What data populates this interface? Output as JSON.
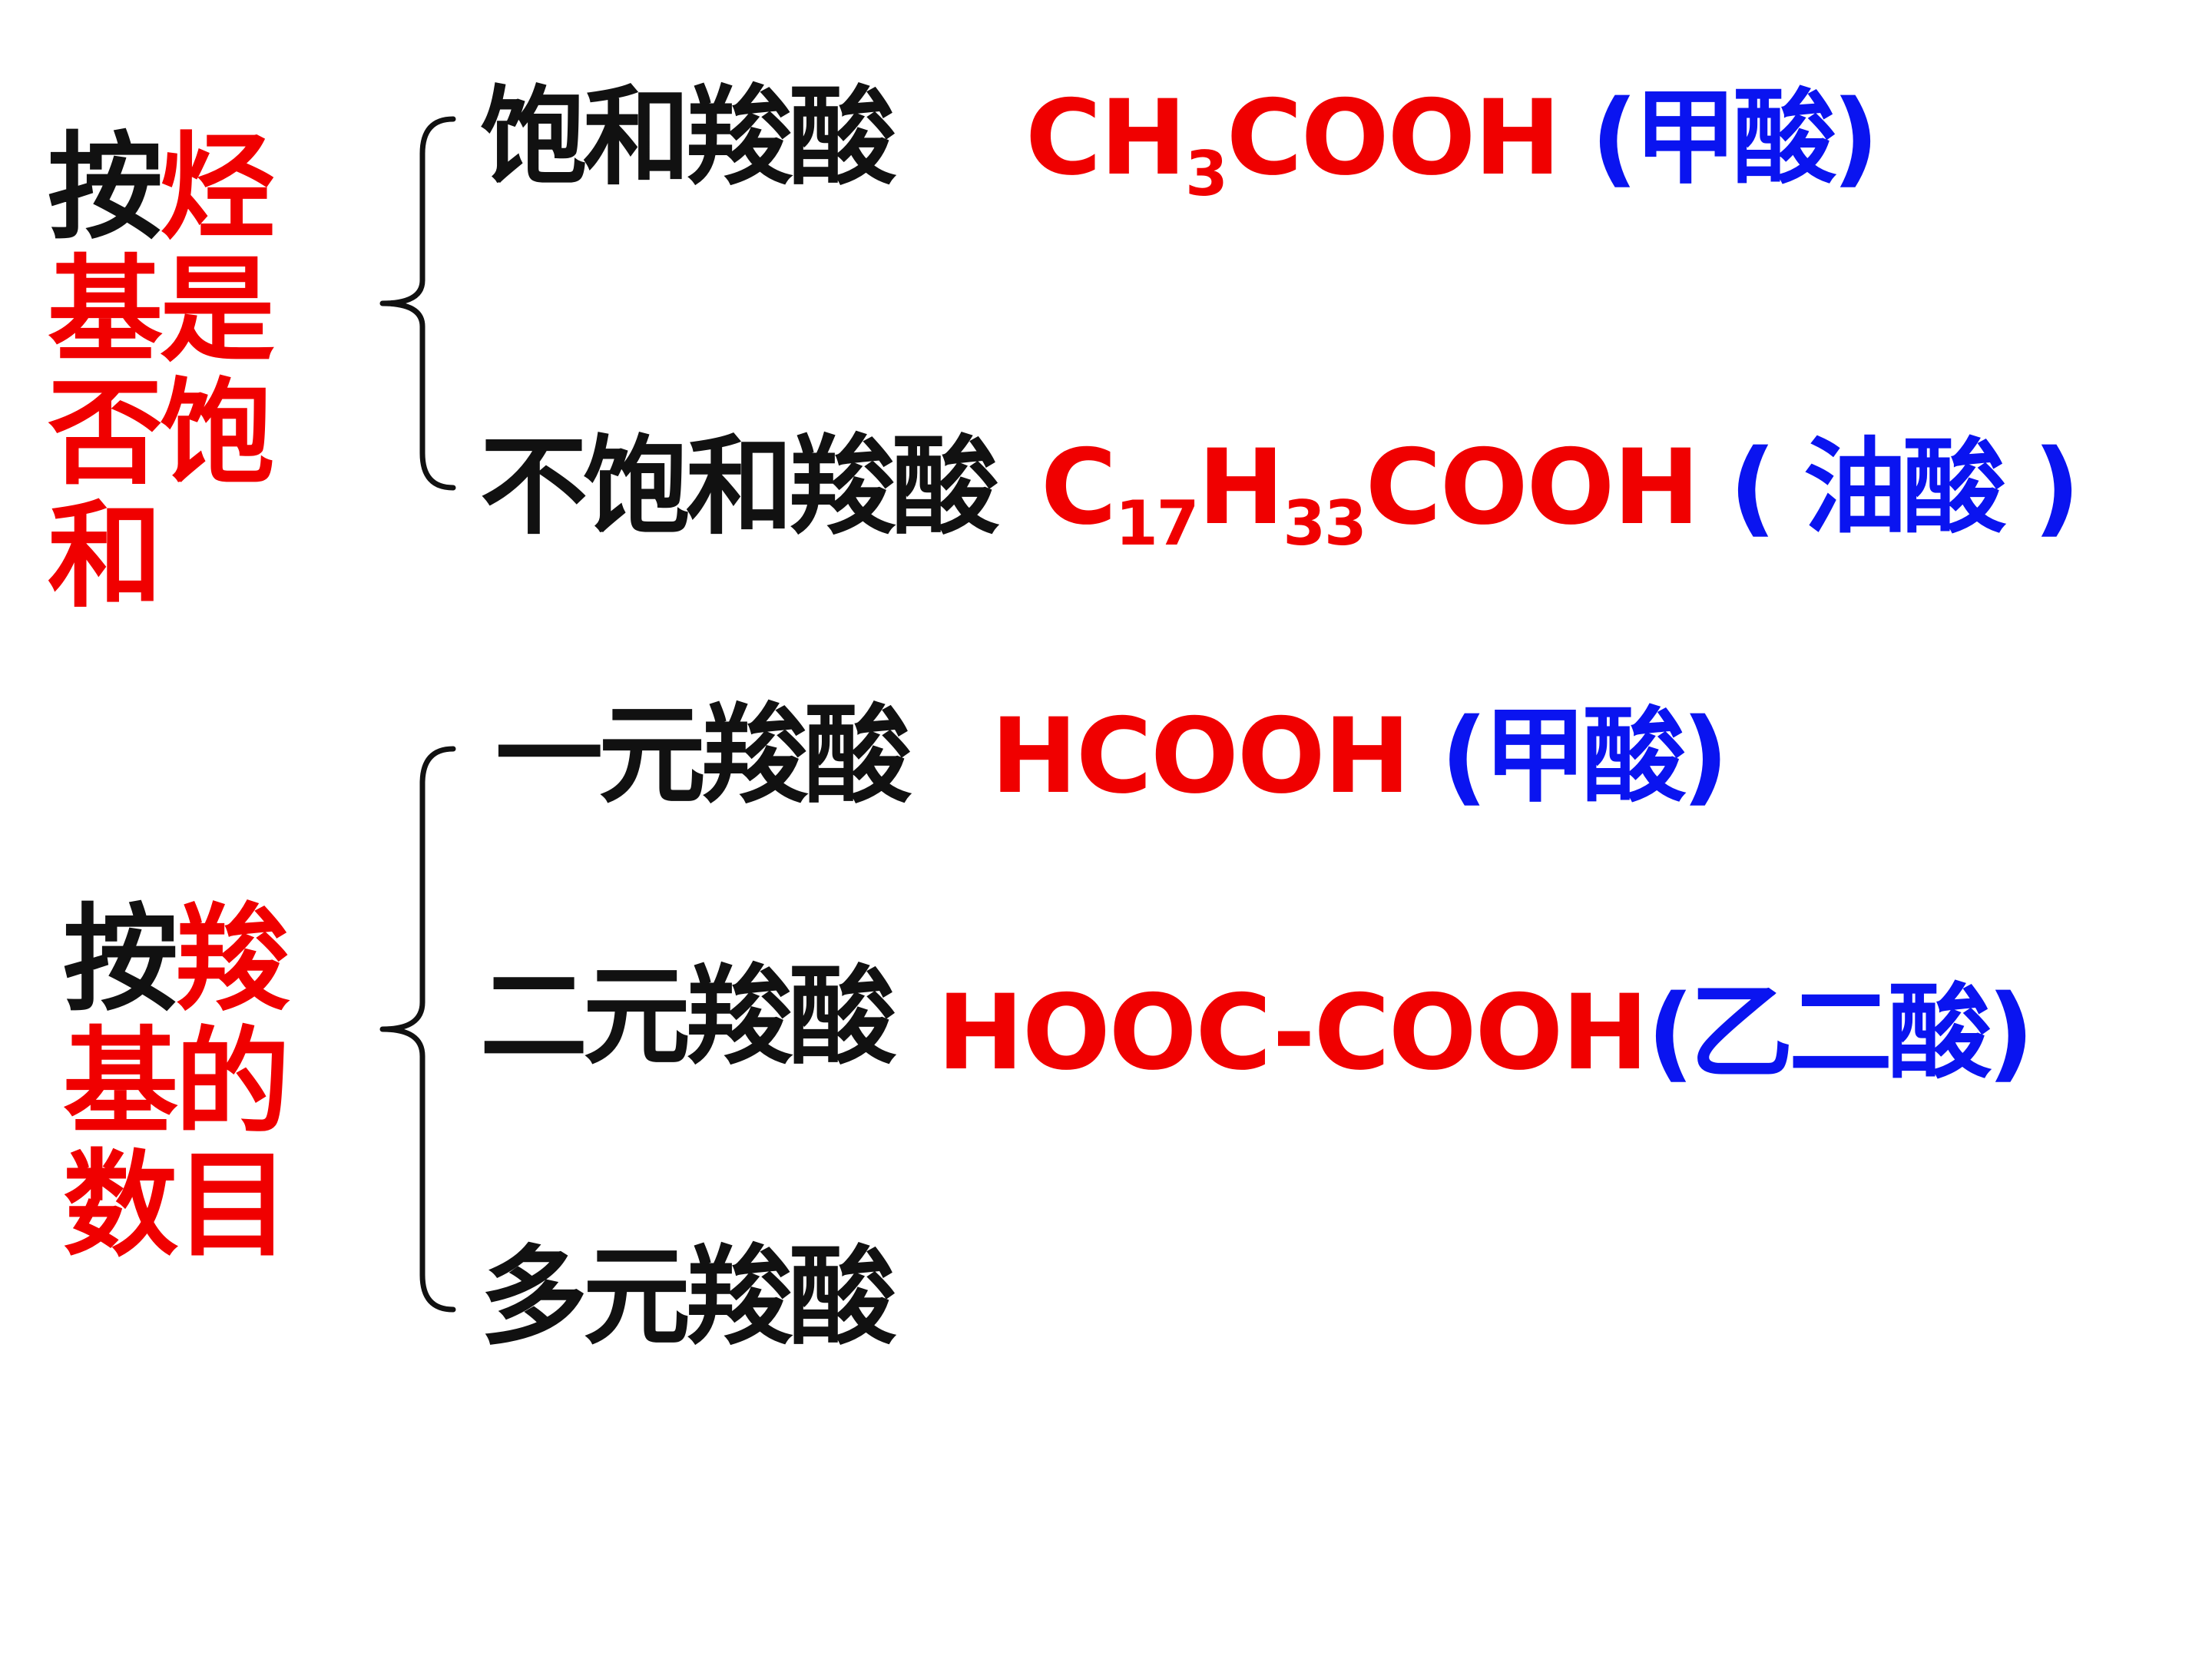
{
  "colors": {
    "text": "#111111",
    "highlight": "#f00000",
    "name": "#0a14f0"
  },
  "group1": {
    "label_prefix": "按",
    "label_highlight": "烃基是否饱和",
    "items": [
      {
        "category": "饱和羧酸",
        "formula_parts": [
          "CH",
          "3",
          "COOH"
        ],
        "name": " (甲酸)"
      },
      {
        "category": "不饱和羧酸",
        "formula_parts": [
          "C",
          "17",
          "H",
          "33",
          "COOH"
        ],
        "name": "(  油酸  )"
      }
    ]
  },
  "group2": {
    "label_prefix": "按",
    "label_highlight": "羧基的数目",
    "items": [
      {
        "category": "一元羧酸",
        "formula": "HCOOH",
        "name": " (甲酸)"
      },
      {
        "category": "二元羧酸",
        "formula": "HOOC-COOH",
        "name": "(乙二酸)"
      },
      {
        "category": "多元羧酸"
      }
    ]
  }
}
